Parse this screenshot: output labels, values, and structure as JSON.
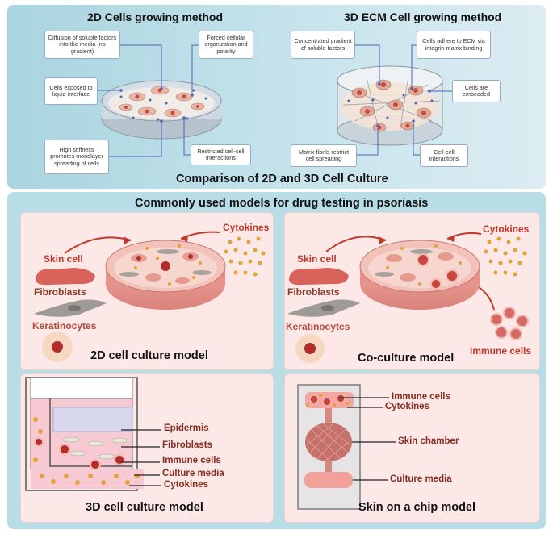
{
  "top": {
    "title_2d": "2D Cells growing method",
    "title_3d": "3D ECM Cell growing method",
    "caption": "Comparison of 2D and 3D Cell Culture",
    "boxes_2d": [
      "Diffusion of soluble factors into the media (no gradient)",
      "Forced cellular organization and polarity",
      "Cells exposed to liquid interface",
      "High stiffness promotes monolayer spreading of cells",
      "Restricted cell-cell interactions"
    ],
    "boxes_3d": [
      "Concentrated gradient of soluble factors",
      "Cells adhere to ECM via integrin-matrix binding",
      "Cells are embedded",
      "Matrix fibrils restrict cell spreading",
      "Cell-cell interactions"
    ]
  },
  "bottom": {
    "title": "Commonly used models for drug testing in psoriasis",
    "model_2d": {
      "skin_cell": "Skin cell",
      "fibroblasts": "Fibroblasts",
      "keratinocytes": "Keratinocytes",
      "cytokines": "Cytokines",
      "caption": "2D cell culture model"
    },
    "model_co": {
      "skin_cell": "Skin cell",
      "fibroblasts": "Fibroblasts",
      "keratinocytes": "Keratinocytes",
      "cytokines": "Cytokines",
      "immune": "Immune cells",
      "caption": "Co-culture model"
    },
    "model_3d": {
      "epidermis": "Epidermis",
      "fibroblasts": "Fibroblasts",
      "immune": "Immune cells",
      "media": "Culture media",
      "cytokines": "Cytokines",
      "caption": "3D cell culture model"
    },
    "model_chip": {
      "immune": "Immune cells",
      "cytokines": "Cytokines",
      "chamber": "Skin chamber",
      "media": "Culture media",
      "caption": "Skin on a chip model"
    }
  },
  "colors": {
    "top_panel": "#bfe0e8",
    "bottom_panel": "#b9dde6",
    "sub_panel": "#fbe8e7",
    "label_red": "#c0392b"
  }
}
